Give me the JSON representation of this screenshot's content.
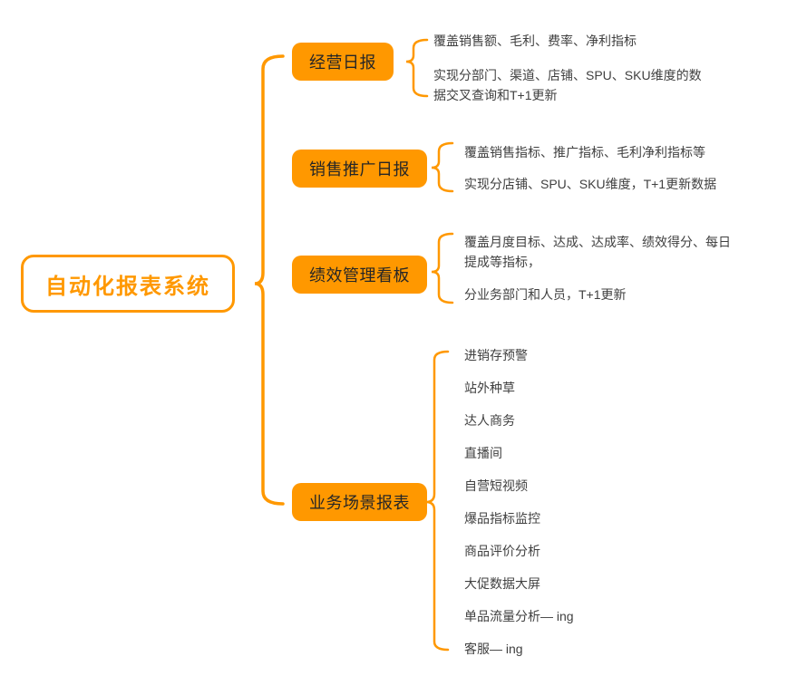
{
  "colors": {
    "orange": "#FF9800",
    "node_text": "#262626",
    "leaf_text": "#404040",
    "background": "#FFFFFF"
  },
  "root": {
    "label": "自动化报表系统"
  },
  "branches": [
    {
      "label": "经营日报",
      "leaves": [
        "覆盖销售额、毛利、费率、净利指标",
        "实现分部门、渠道、店铺、SPU、SKU维度的数\n据交叉查询和T+1更新"
      ]
    },
    {
      "label": "销售推广日报",
      "leaves": [
        "覆盖销售指标、推广指标、毛利净利指标等",
        "实现分店铺、SPU、SKU维度，T+1更新数据"
      ]
    },
    {
      "label": "绩效管理看板",
      "leaves": [
        "覆盖月度目标、达成、达成率、绩效得分、每日\n提成等指标，",
        "分业务部门和人员，T+1更新"
      ]
    },
    {
      "label": "业务场景报表",
      "leaves": [
        "进销存预警",
        "站外种草",
        "达人商务",
        "直播间",
        "自营短视频",
        "爆品指标监控",
        "商品评价分析",
        "大促数据大屏",
        "单品流量分析— ing",
        "客服— ing"
      ]
    }
  ]
}
